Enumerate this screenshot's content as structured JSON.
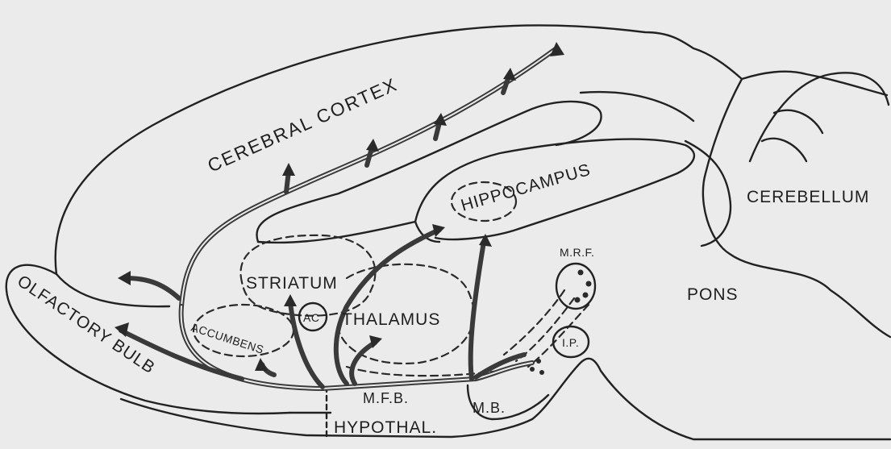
{
  "diagram": {
    "labels": {
      "cerebral_cortex": "CEREBRAL  CORTEX",
      "hippocampus": "HIPPOCAMPUS",
      "cerebellum": "CEREBELLUM",
      "pons": "PONS",
      "olfactory_bulb": "OLFACTORY  BULB",
      "striatum": "STRIATUM",
      "thalamus": "THALAMUS",
      "accumbens": "ACCUMBENS",
      "ac": "AC",
      "mrf": "M.R.F.",
      "ip": "I.P.",
      "mfb": "M.F.B.",
      "mb": "M.B.",
      "hypothal": "HYPOTHAL."
    },
    "colors": {
      "background": "#ebebeb",
      "ink": "#222222"
    }
  }
}
